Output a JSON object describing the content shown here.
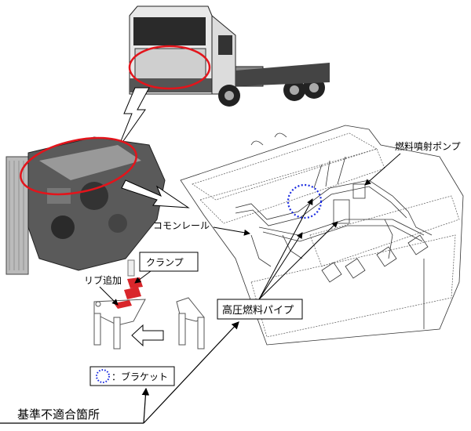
{
  "labels": {
    "fuel_injection_pump": "燃料噴射ポンプ",
    "common_rail": "コモンレール",
    "clamp": "クランプ",
    "rib_added": "リブ追加",
    "high_pressure_fuel_pipe": "高圧燃料パイプ",
    "bracket_legend": "：ブラケット",
    "nonconforming_location": "基準不適合箇所"
  },
  "colors": {
    "highlight_red": "#e3141b",
    "bracket_blue": "#1a2be0",
    "part_red": "#d9262b"
  }
}
